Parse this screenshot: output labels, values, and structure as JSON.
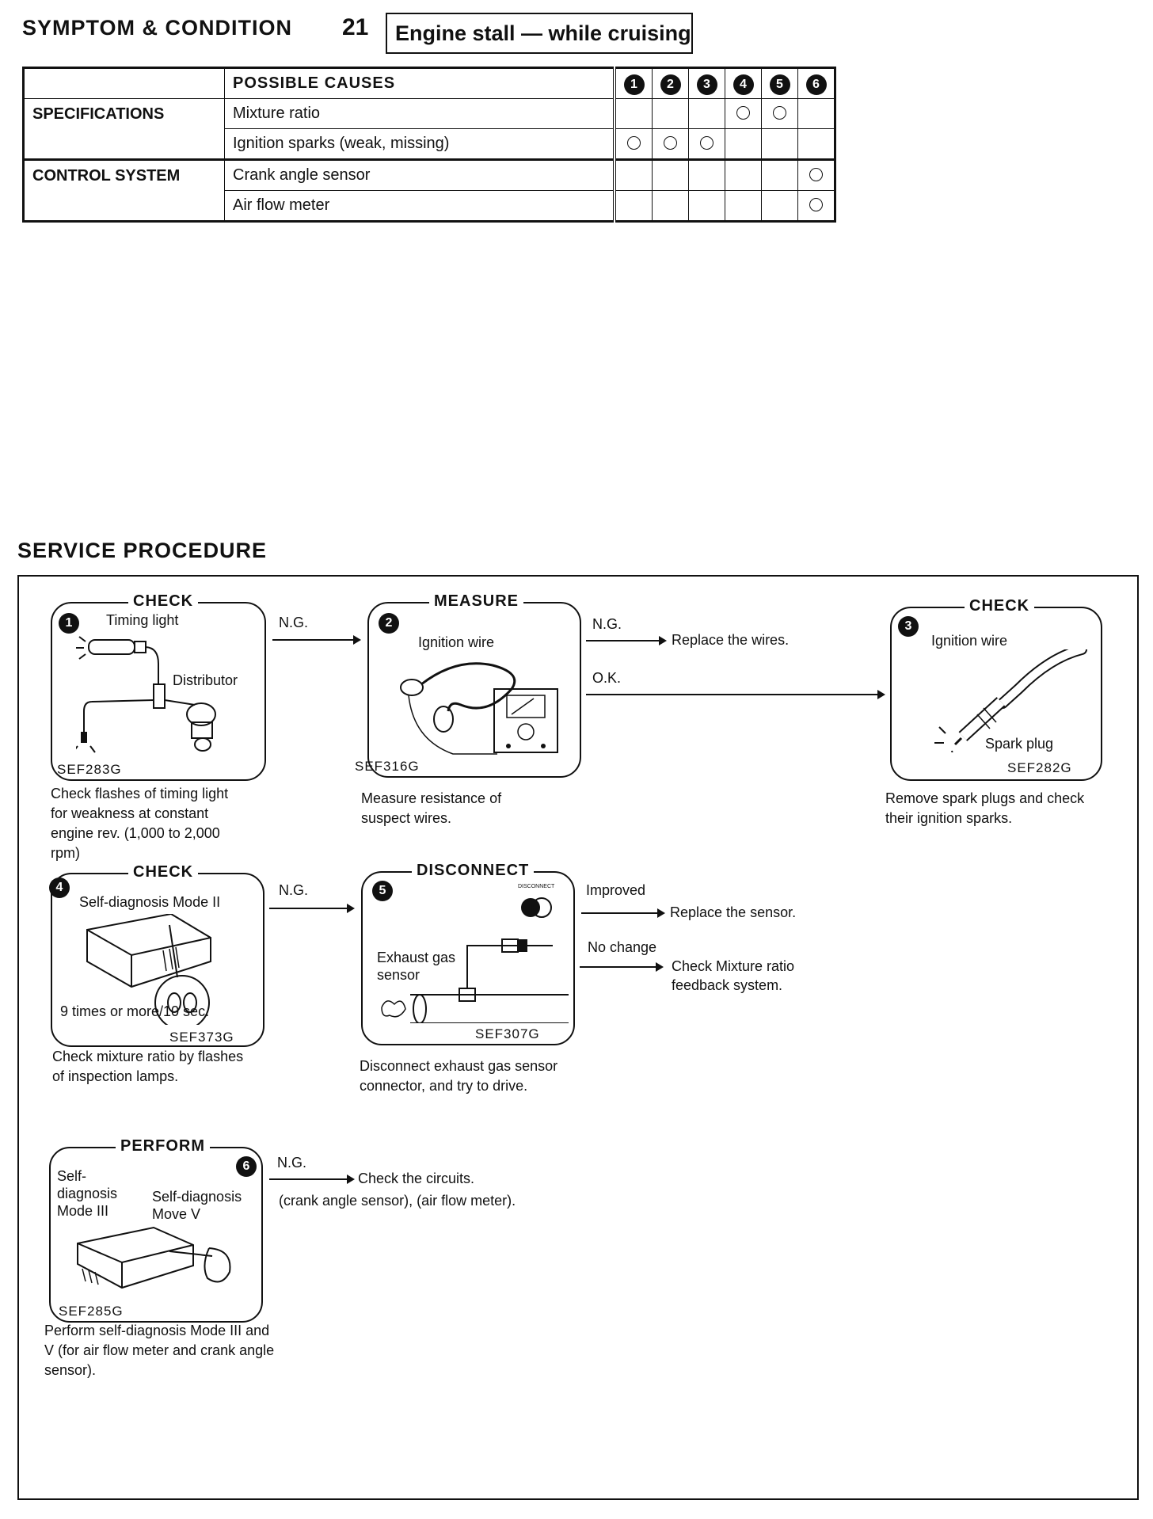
{
  "header": {
    "label": "SYMPTOM & CONDITION",
    "number": "21",
    "condition": "Engine stall — while cruising"
  },
  "causes_table": {
    "header": "POSSIBLE CAUSES",
    "columns": [
      "1",
      "2",
      "3",
      "4",
      "5",
      "6"
    ],
    "groups": [
      {
        "name": "SPECIFICATIONS",
        "rows": [
          {
            "label": "Mixture ratio",
            "marks": [
              false,
              false,
              false,
              true,
              true,
              false
            ]
          },
          {
            "label": "Ignition sparks (weak, missing)",
            "marks": [
              true,
              true,
              true,
              false,
              false,
              false
            ]
          }
        ]
      },
      {
        "name": "CONTROL SYSTEM",
        "rows": [
          {
            "label": "Crank angle sensor",
            "marks": [
              false,
              false,
              false,
              false,
              false,
              true
            ]
          },
          {
            "label": "Air flow meter",
            "marks": [
              false,
              false,
              false,
              false,
              false,
              true
            ]
          }
        ]
      }
    ]
  },
  "service": {
    "title": "SERVICE PROCEDURE",
    "steps": [
      {
        "num": "1",
        "action": "CHECK",
        "labels": [
          "Timing light",
          "Distributor"
        ],
        "code": "SEF283G",
        "desc": "Check flashes of timing light for weakness at constant engine rev. (1,000 to 2,000 rpm)"
      },
      {
        "num": "2",
        "action": "MEASURE",
        "labels": [
          "Ignition wire"
        ],
        "code": "SEF316G",
        "desc": "Measure resistance of suspect wires."
      },
      {
        "num": "3",
        "action": "CHECK",
        "labels": [
          "Ignition wire",
          "Spark plug"
        ],
        "code": "SEF282G",
        "desc": "Remove spark plugs and check their ignition sparks."
      },
      {
        "num": "4",
        "action": "CHECK",
        "labels": [
          "Self-diagnosis Mode II",
          "9 times or more/10 sec."
        ],
        "code": "SEF373G",
        "desc": "Check mixture ratio by flashes of inspection lamps."
      },
      {
        "num": "5",
        "action": "DISCONNECT",
        "labels": [
          "Exhaust gas sensor",
          "DISCONNECT"
        ],
        "code": "SEF307G",
        "desc": "Disconnect exhaust gas sensor connector, and try to drive."
      },
      {
        "num": "6",
        "action": "PERFORM",
        "labels": [
          "Self-diagnosis Mode III",
          "Self-diagnosis Move V"
        ],
        "code": "SEF285G",
        "desc": "Perform self-diagnosis Mode III and V (for air flow meter and crank angle sensor)."
      }
    ],
    "flows": {
      "s1_ng": "N.G.",
      "s2_ng": "N.G.",
      "s2_ng_result": "Replace the wires.",
      "s2_ok": "O.K.",
      "s4_ng": "N.G.",
      "s5_improved": "Improved",
      "s5_improved_result": "Replace the sensor.",
      "s5_nochange": "No change",
      "s5_nochange_result_1": "Check Mixture ratio",
      "s5_nochange_result_2": "feedback system.",
      "s6_ng": "N.G.",
      "s6_ng_result": "Check the circuits.",
      "s6_ng_detail": "(crank angle sensor), (air flow meter)."
    }
  }
}
